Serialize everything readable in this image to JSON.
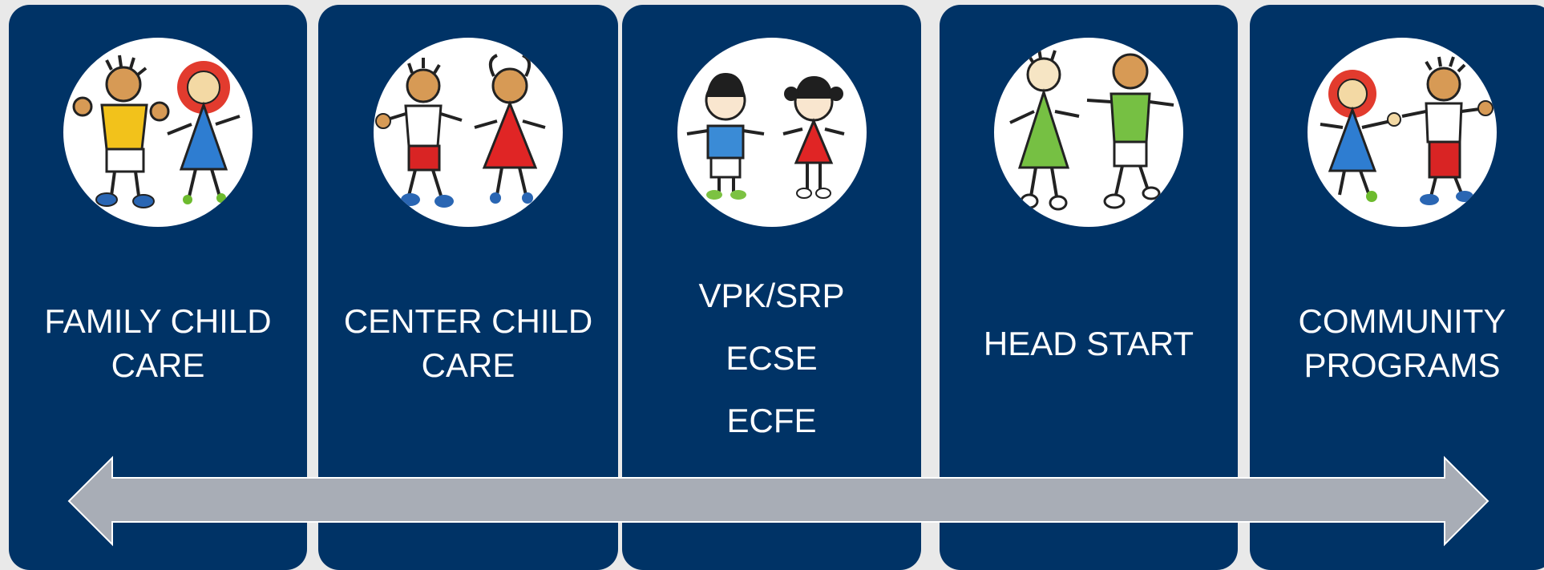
{
  "colors": {
    "page_background": "#e9e9e9",
    "panel": "#003366",
    "text": "#ffffff",
    "arrow": "#a8adb6"
  },
  "panels": [
    {
      "lines": [
        "FAMILY CHILD",
        "CARE"
      ]
    },
    {
      "lines": [
        "CENTER CHILD",
        "CARE"
      ]
    },
    {
      "lines": [
        "VPK/SRP",
        "ECSE",
        "ECFE"
      ]
    },
    {
      "lines": [
        "HEAD START"
      ]
    },
    {
      "lines": [
        "COMMUNITY",
        "PROGRAMS"
      ]
    }
  ],
  "arrow": {
    "direction": "bidirectional",
    "icon": "double-headed-arrow"
  }
}
